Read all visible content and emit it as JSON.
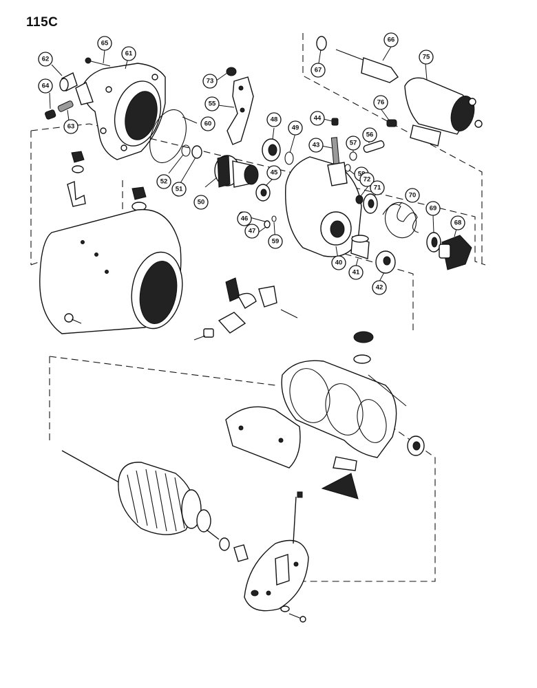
{
  "page": {
    "title": "115C"
  },
  "callouts": [
    "62",
    "65",
    "61",
    "64",
    "63",
    "73",
    "55",
    "66",
    "67",
    "75",
    "76",
    "60",
    "48",
    "49",
    "44",
    "43",
    "57",
    "56",
    "58",
    "52",
    "51",
    "50",
    "45",
    "72",
    "71",
    "70",
    "69",
    "68",
    "46",
    "47",
    "59",
    "40",
    "41",
    "42"
  ]
}
